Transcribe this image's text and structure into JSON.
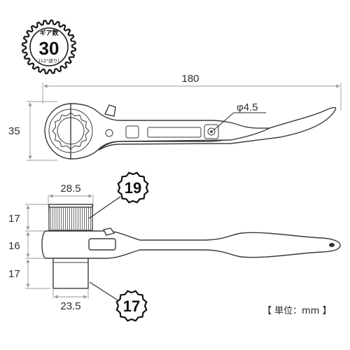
{
  "gear_badge": {
    "title": "ギア数",
    "count": "30",
    "note": "(12°送り)"
  },
  "top_view": {
    "length": "180",
    "height": "35",
    "hole": "φ4.5"
  },
  "side_view": {
    "upper_width": "28.5",
    "lower_width": "23.5",
    "upper_height": "17",
    "middle_height": "16",
    "lower_height": "17"
  },
  "socket_sizes": {
    "upper": "19",
    "lower": "17"
  },
  "unit_label": "【 単位：mm 】"
}
